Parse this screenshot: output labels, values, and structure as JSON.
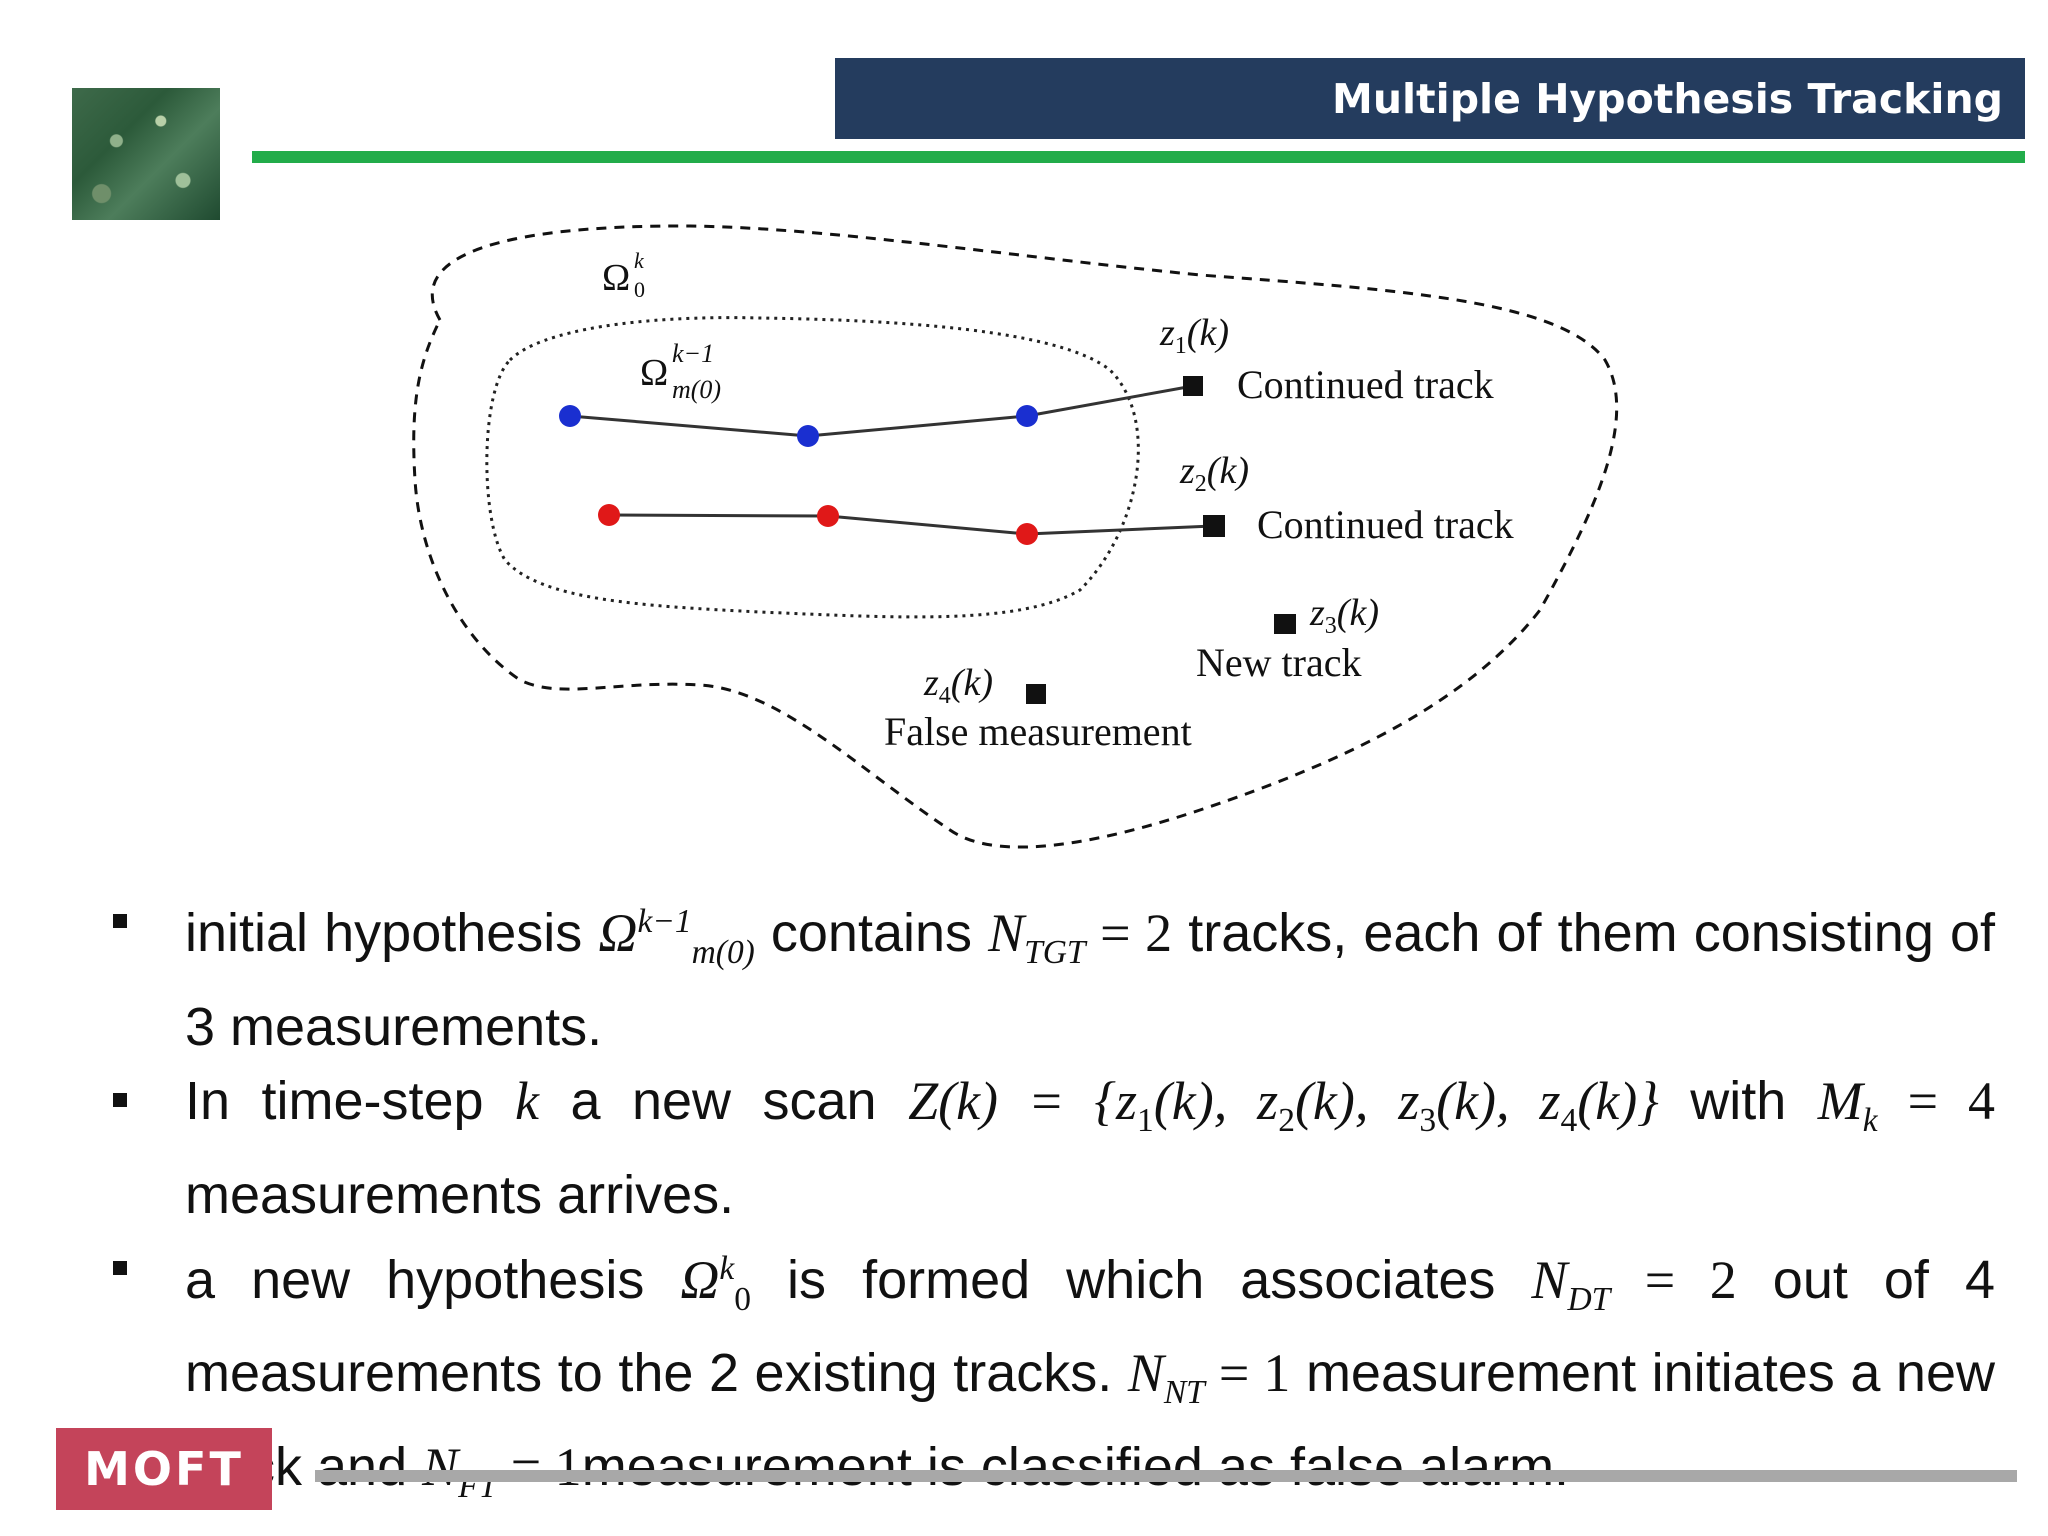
{
  "header": {
    "title": "Multiple Hypothesis Tracking",
    "title_bg": "#243c5e",
    "accent_line_color": "#22ac4a"
  },
  "footer": {
    "logo_text": "MOFT",
    "logo_bg": "#c4445a",
    "line_color": "#a8a8a8"
  },
  "diagram": {
    "outer_region_label": "Ω",
    "outer_region_sub": "0",
    "outer_region_sup": "k",
    "inner_region_label": "Ω",
    "inner_region_sub": "m(0)",
    "inner_region_sup": "k−1",
    "measurements": [
      {
        "name": "z",
        "index": "1",
        "arg": "(k)",
        "label": "Continued track"
      },
      {
        "name": "z",
        "index": "2",
        "arg": "(k)",
        "label": "Continued track"
      },
      {
        "name": "z",
        "index": "3",
        "arg": "(k)",
        "label": "New track"
      },
      {
        "name": "z",
        "index": "4",
        "arg": "(k)",
        "label": "False measurement"
      }
    ],
    "track_colors": [
      "#1a2fd0",
      "#e01818"
    ]
  },
  "bullets": {
    "b1": {
      "t1": "initial hypothesis ",
      "omega": "Ω",
      "omega_sup": "k−1",
      "omega_sub": "m(0)",
      "t2": " contains ",
      "n": "N",
      "n_sub": "TGT",
      "eq": " = 2",
      "t3": " tracks, each of them consisting of 3 measurements."
    },
    "b2": {
      "t1": "In time-step ",
      "k": "k",
      "t2": " a new scan ",
      "scan": "Z(k) = {z",
      "s1": "1",
      "p1": "(k), z",
      "s2": "2",
      "p2": "(k), z",
      "s3": "3",
      "p3": "(k), z",
      "s4": "4",
      "p4": "(k)}",
      "t3": " with ",
      "m": "M",
      "m_sub": "k",
      "m_eq": " = 4",
      "t4": " measurements arrives."
    },
    "b3": {
      "t1": "a new hypothesis ",
      "omega": "Ω",
      "omega_sup": "k",
      "omega_sub": "0",
      "t2": " is formed which associates ",
      "n1": "N",
      "n1_sub": "DT",
      "n1_eq": " = 2",
      "t3": " out of 4 measurements to the 2 existing tracks. ",
      "n2": "N",
      "n2_sub": "NT",
      "n2_eq": " = 1",
      "t4": " measurement initiates a new track and ",
      "n3": "N",
      "n3_sub": "FT",
      "n3_eq": " = 1",
      "t5": "measurement is classified as false alarm."
    }
  }
}
